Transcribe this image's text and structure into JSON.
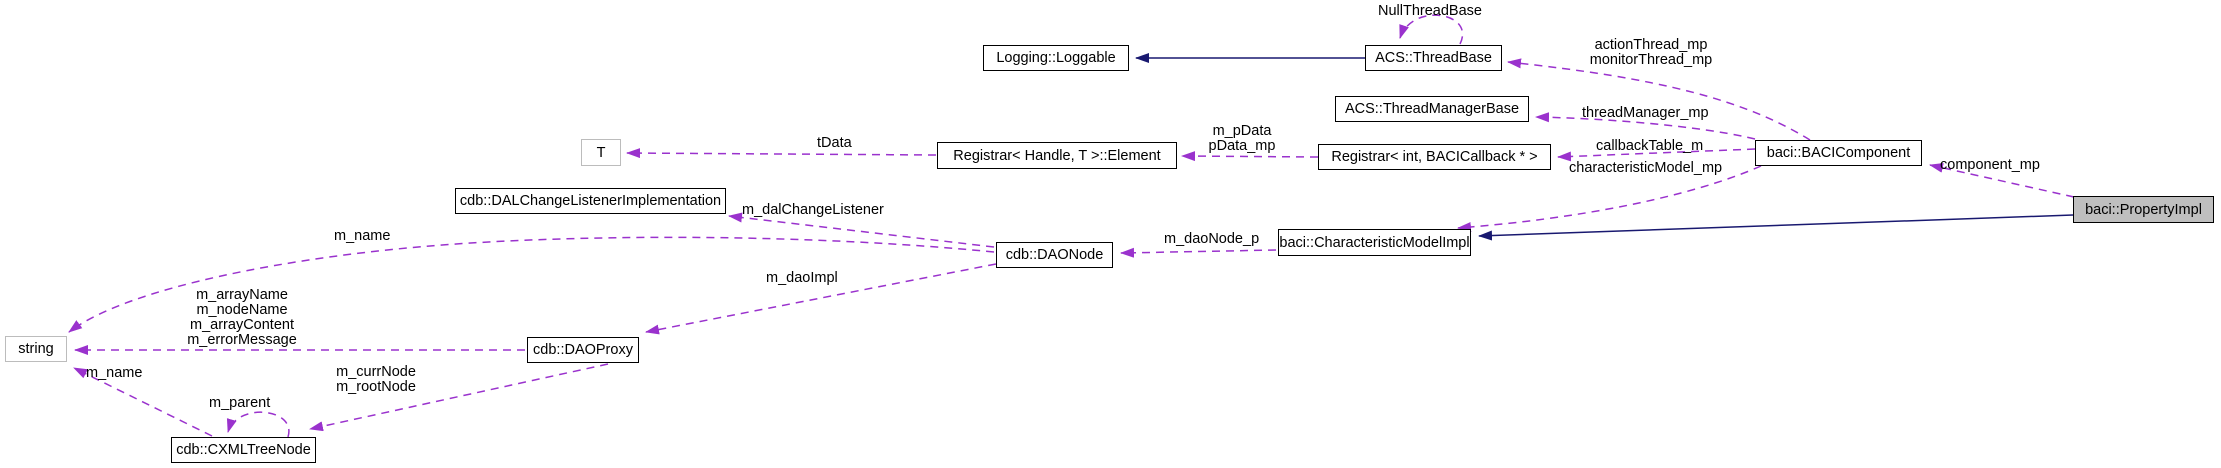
{
  "diagram": {
    "kind": "doxygen-collaboration-diagram",
    "highlighted_node": "baci::PropertyImpl"
  },
  "colors": {
    "background": "#ffffff",
    "node_border": "#000000",
    "node_fill": "#ffffff",
    "external_node_border": "#bcbcbc",
    "highlight_node_fill": "#bfbfbf",
    "usage_edge": "#9a32cd",
    "inheritance_edge": "#191970",
    "text": "#000000"
  },
  "nodes": {
    "loggable": {
      "label": "Logging::Loggable"
    },
    "thread_base": {
      "label": "ACS::ThreadBase"
    },
    "thread_manager_base": {
      "label": "ACS::ThreadManagerBase"
    },
    "registrar_element": {
      "label": "Registrar< Handle, T >::Element"
    },
    "t": {
      "label": "T"
    },
    "registrar_int_bacicallback": {
      "label": "Registrar< int, BACICallback * >"
    },
    "baci_component": {
      "label": "baci::BACIComponent"
    },
    "property_impl": {
      "label": "baci::PropertyImpl"
    },
    "dal_change_listener_impl": {
      "label": "cdb::DALChangeListenerImplementation"
    },
    "dao_node": {
      "label": "cdb::DAONode"
    },
    "characteristic_model_impl": {
      "label": "baci::CharacteristicModelImpl"
    },
    "string": {
      "label": "string"
    },
    "dao_proxy": {
      "label": "cdb::DAOProxy"
    },
    "cxml_tree_node": {
      "label": "cdb::CXMLTreeNode"
    }
  },
  "edge_labels": {
    "null_thread_base": "NullThreadBase",
    "action_monitor_thread": "actionThread_mp\nmonitorThread_mp",
    "thread_manager": "threadManager_mp",
    "t_data": "tData",
    "p_data": "m_pData\npData_mp",
    "callback_table": "callbackTable_m",
    "characteristic_model": "characteristicModel_mp",
    "component": "component_mp",
    "dal_change_listener": "m_dalChangeListener",
    "dao_node_p": "m_daoNode_p",
    "name_dao": "m_name",
    "dao_impl": "m_daoImpl",
    "string_members": "m_arrayName\nm_nodeName\nm_arrayContent\nm_errorMessage",
    "name_tree": "m_name",
    "curr_root_node": "m_currNode\nm_rootNode",
    "parent": "m_parent"
  },
  "edges": [
    {
      "from": "ACS::ThreadBase",
      "to": "Logging::Loggable",
      "type": "inheritance",
      "label": ""
    },
    {
      "from": "ACS::ThreadBase",
      "to": "ACS::ThreadBase",
      "type": "usage",
      "label": "NullThreadBase"
    },
    {
      "from": "baci::BACIComponent",
      "to": "ACS::ThreadBase",
      "type": "usage",
      "label": "actionThread_mp, monitorThread_mp"
    },
    {
      "from": "baci::BACIComponent",
      "to": "ACS::ThreadManagerBase",
      "type": "usage",
      "label": "threadManager_mp"
    },
    {
      "from": "baci::BACIComponent",
      "to": "Registrar< int, BACICallback * >",
      "type": "usage",
      "label": "callbackTable_m"
    },
    {
      "from": "baci::BACIComponent",
      "to": "baci::CharacteristicModelImpl",
      "type": "usage",
      "label": "characteristicModel_mp"
    },
    {
      "from": "baci::PropertyImpl",
      "to": "baci::BACIComponent",
      "type": "usage",
      "label": "component_mp"
    },
    {
      "from": "baci::PropertyImpl",
      "to": "baci::CharacteristicModelImpl",
      "type": "inheritance",
      "label": ""
    },
    {
      "from": "Registrar< int, BACICallback * >",
      "to": "Registrar< Handle, T >::Element",
      "type": "usage",
      "label": "m_pData, pData_mp"
    },
    {
      "from": "Registrar< Handle, T >::Element",
      "to": "T",
      "type": "usage",
      "label": "tData"
    },
    {
      "from": "baci::CharacteristicModelImpl",
      "to": "cdb::DAONode",
      "type": "usage",
      "label": "m_daoNode_p"
    },
    {
      "from": "cdb::DAONode",
      "to": "cdb::DALChangeListenerImplementation",
      "type": "usage",
      "label": "m_dalChangeListener"
    },
    {
      "from": "cdb::DAONode",
      "to": "string",
      "type": "usage",
      "label": "m_name"
    },
    {
      "from": "cdb::DAONode",
      "to": "cdb::DAOProxy",
      "type": "usage",
      "label": "m_daoImpl"
    },
    {
      "from": "cdb::DAOProxy",
      "to": "string",
      "type": "usage",
      "label": "m_arrayName, m_nodeName, m_arrayContent, m_errorMessage"
    },
    {
      "from": "cdb::DAOProxy",
      "to": "cdb::CXMLTreeNode",
      "type": "usage",
      "label": "m_currNode, m_rootNode"
    },
    {
      "from": "cdb::CXMLTreeNode",
      "to": "string",
      "type": "usage",
      "label": "m_name"
    },
    {
      "from": "cdb::CXMLTreeNode",
      "to": "cdb::CXMLTreeNode",
      "type": "usage",
      "label": "m_parent"
    }
  ]
}
